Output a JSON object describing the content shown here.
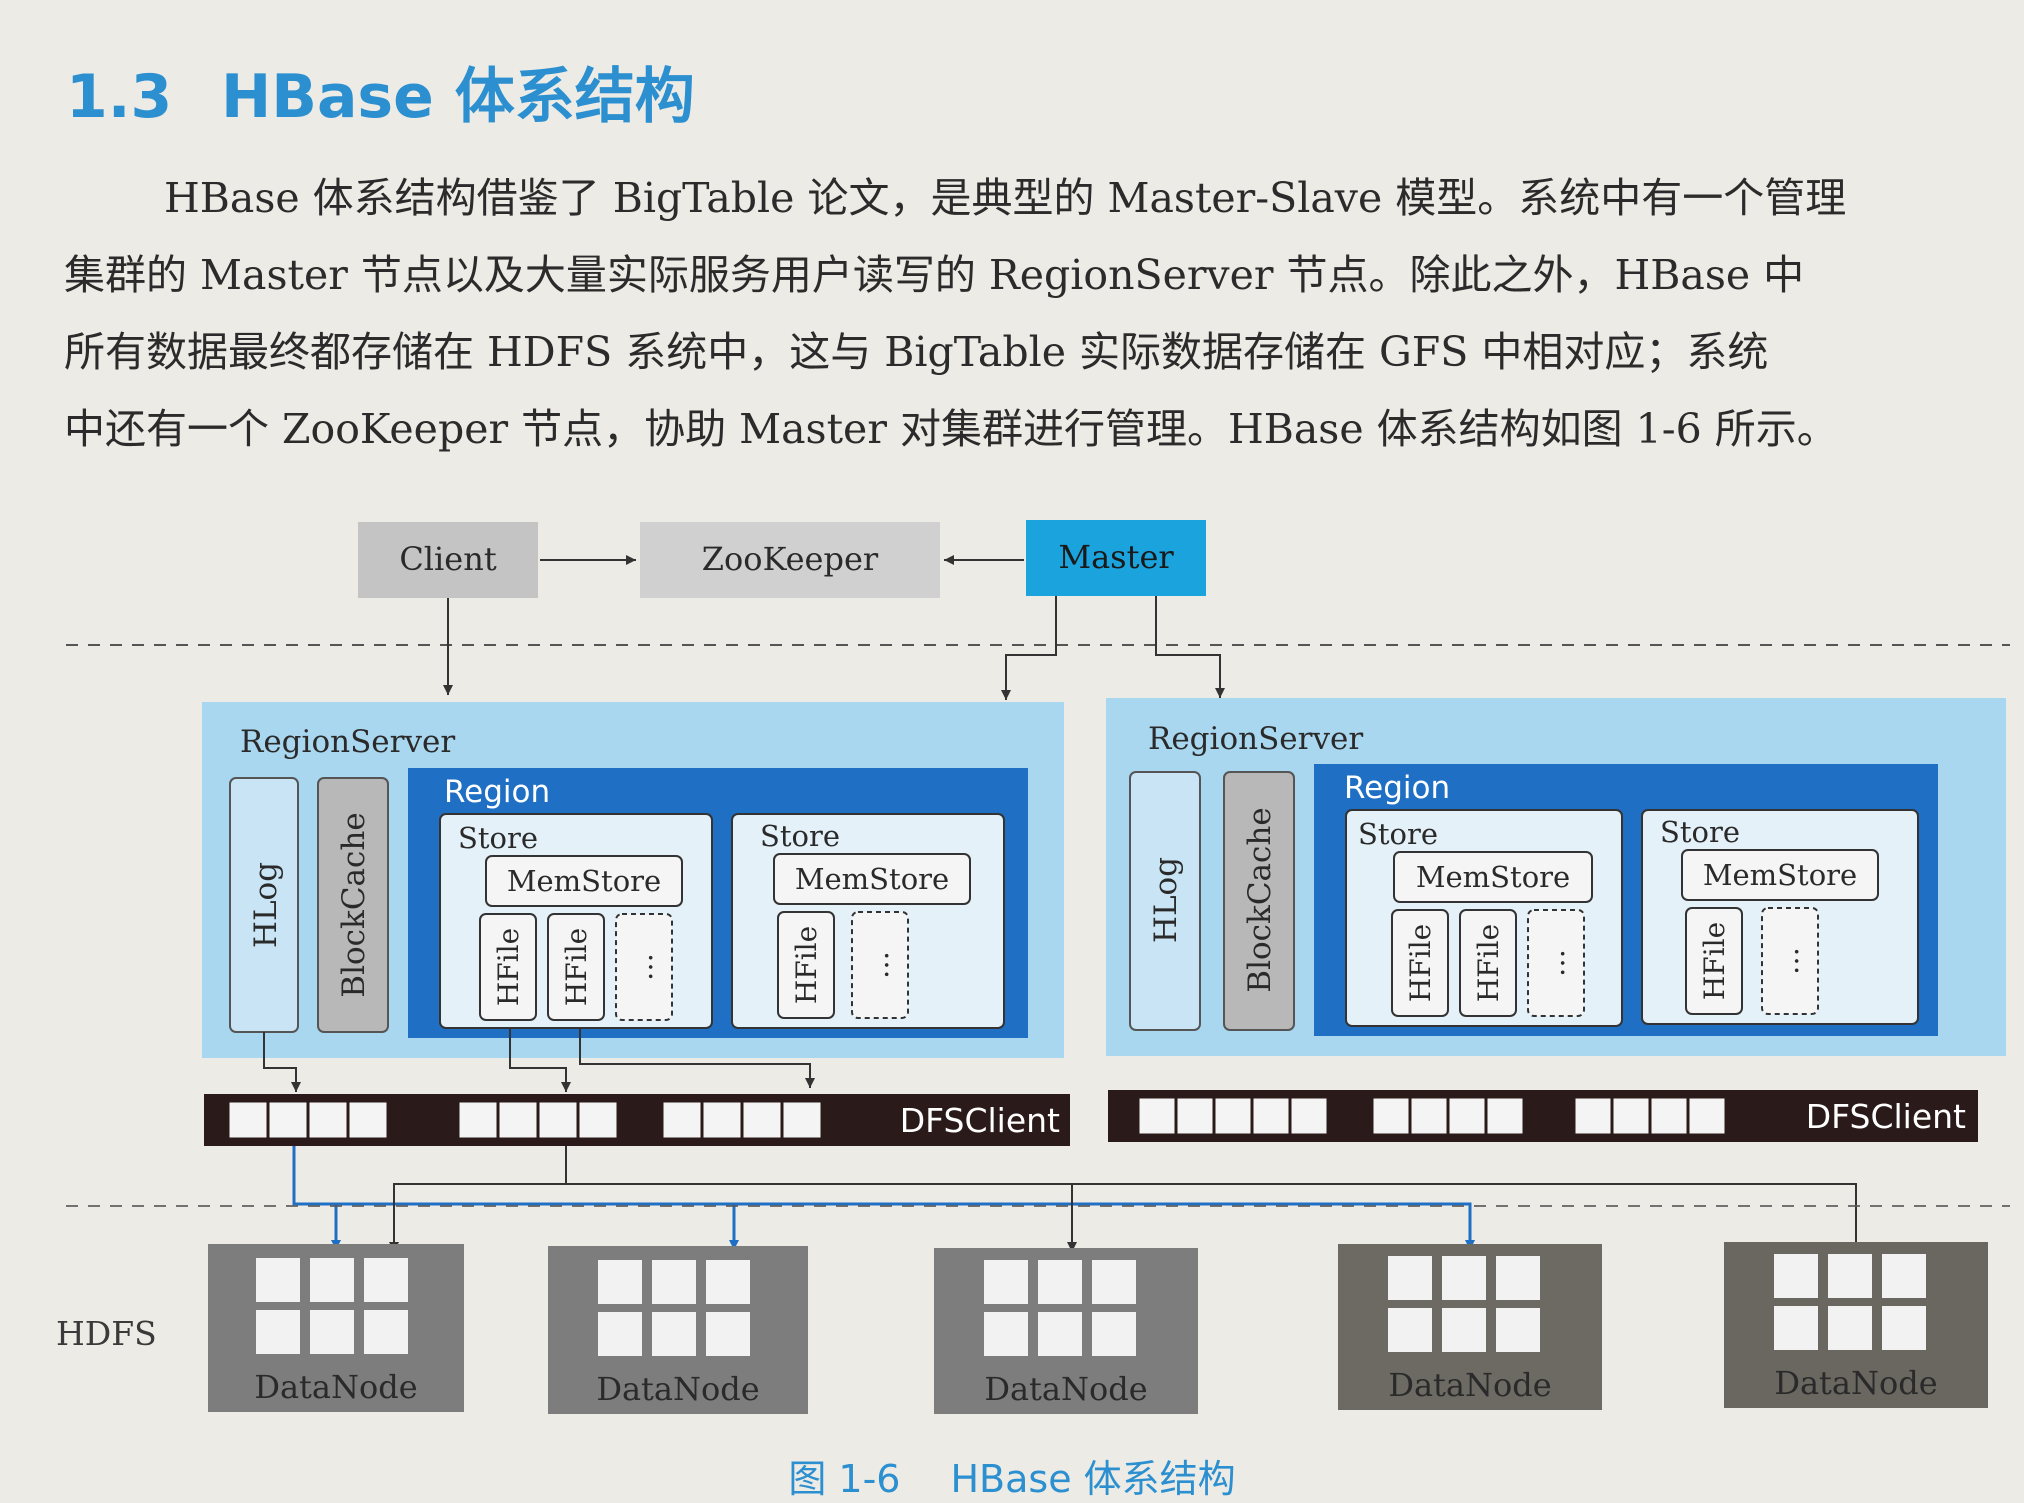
{
  "section": {
    "number": "1.3",
    "title": "HBase 体系结构"
  },
  "paragraph": {
    "lines": [
      "HBase 体系结构借鉴了 BigTable 论文，是典型的 Master-Slave 模型。系统中有一个管理",
      "集群的 Master 节点以及大量实际服务用户读写的 RegionServer 节点。除此之外，HBase 中",
      "所有数据最终都存储在 HDFS 系统中，这与 BigTable 实际数据存储在 GFS 中相对应；系统",
      "中还有一个 ZooKeeper 节点，协助 Master 对集群进行管理。HBase 体系结构如图 1-6 所示。"
    ]
  },
  "figure": {
    "nodes": {
      "client": "Client",
      "zookeeper": "ZooKeeper",
      "master": "Master"
    },
    "region_servers": [
      {
        "label": "RegionServer",
        "hlog": "HLog",
        "blockcache": "BlockCache",
        "region": "Region",
        "stores": [
          {
            "label": "Store",
            "memstore": "MemStore",
            "hfiles": [
              "HFile",
              "HFile"
            ],
            "more": "…"
          },
          {
            "label": "Store",
            "memstore": "MemStore",
            "hfiles": [
              "HFile"
            ],
            "more": "…"
          }
        ],
        "dfsclient": "DFSClient"
      },
      {
        "label": "RegionServer",
        "hlog": "HLog",
        "blockcache": "BlockCache",
        "region": "Region",
        "stores": [
          {
            "label": "Store",
            "memstore": "MemStore",
            "hfiles": [
              "HFile",
              "HFile"
            ],
            "more": "…"
          },
          {
            "label": "Store",
            "memstore": "MemStore",
            "hfiles": [
              "HFile"
            ],
            "more": "…"
          }
        ],
        "dfsclient": "DFSClient"
      }
    ],
    "hdfs_label": "HDFS",
    "datanodes": [
      "DataNode",
      "DataNode",
      "DataNode",
      "DataNode",
      "DataNode"
    ],
    "caption_number": "图 1-6",
    "caption_title": "HBase 体系结构"
  },
  "colors": {
    "title_blue": "#2c8fd0",
    "master_blue": "#1aa3dc",
    "regionserver_bg": "#a9d7ef",
    "region_border": "#1f6fc4",
    "store_bg": "#e4f1f9",
    "gray_box": "#c4c4c4",
    "datanode_gray": "#7d7d7d",
    "dfsclient_dark": "#2b1a1a",
    "arrow_blue": "#1f6fc4"
  }
}
